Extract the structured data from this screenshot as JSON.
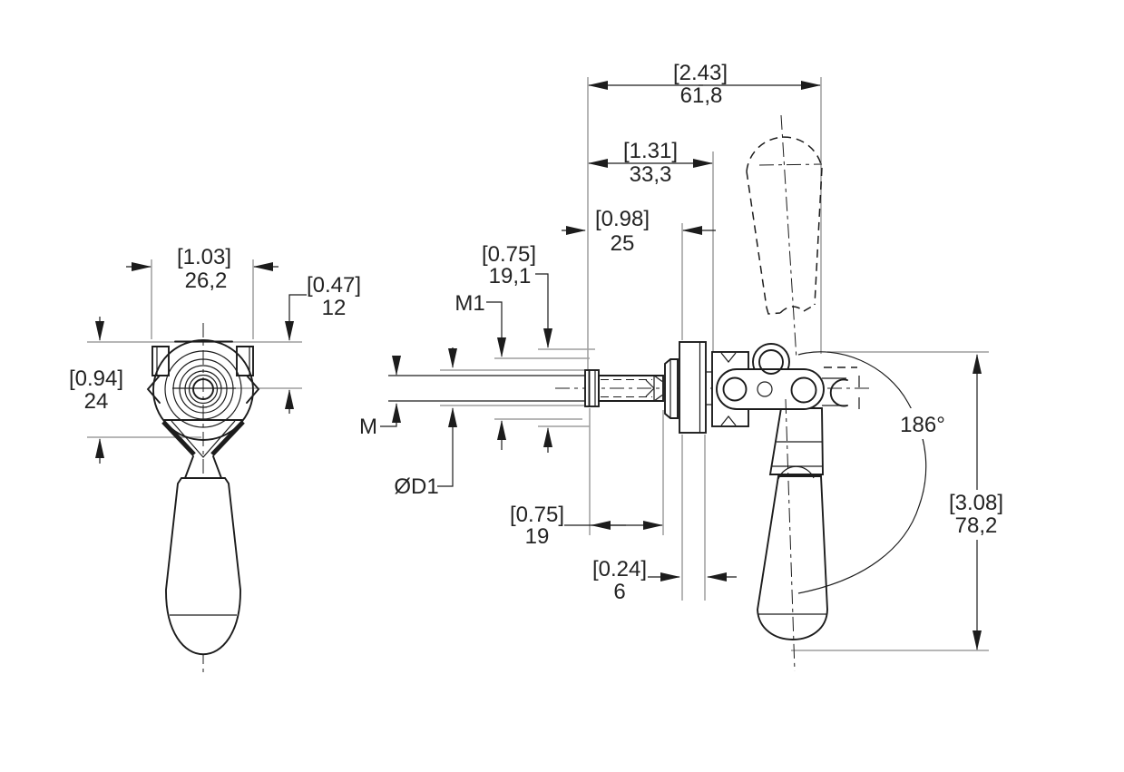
{
  "colors": {
    "line": "#1c1c1c",
    "extension": "#9e9e9e",
    "text": "#232323",
    "background": "#ffffff"
  },
  "front_view": {
    "width": {
      "inch": "[1.03]",
      "mm": "26,2"
    },
    "center_offset": {
      "inch": "[0.47]",
      "mm": "12"
    },
    "height": {
      "inch": "[0.94]",
      "mm": "24"
    }
  },
  "side_view": {
    "overall_width": {
      "inch": "[2.43]",
      "mm": "61,8"
    },
    "body_width": {
      "inch": "[1.31]",
      "mm": "33,3"
    },
    "mount_width": {
      "inch": "[0.98]",
      "mm": "25"
    },
    "collar_diameter": {
      "inch": "[0.75]",
      "mm": "19,1"
    },
    "thread_label_m1": "M1",
    "thread_label_m": "M",
    "shank_diameter_label": "ØD1",
    "thread_length": {
      "inch": "[0.75]",
      "mm": "19"
    },
    "flange_thickness": {
      "inch": "[0.24]",
      "mm": "6"
    },
    "swing_angle": "186°",
    "overall_height": {
      "inch": "[3.08]",
      "mm": "78,2"
    }
  }
}
